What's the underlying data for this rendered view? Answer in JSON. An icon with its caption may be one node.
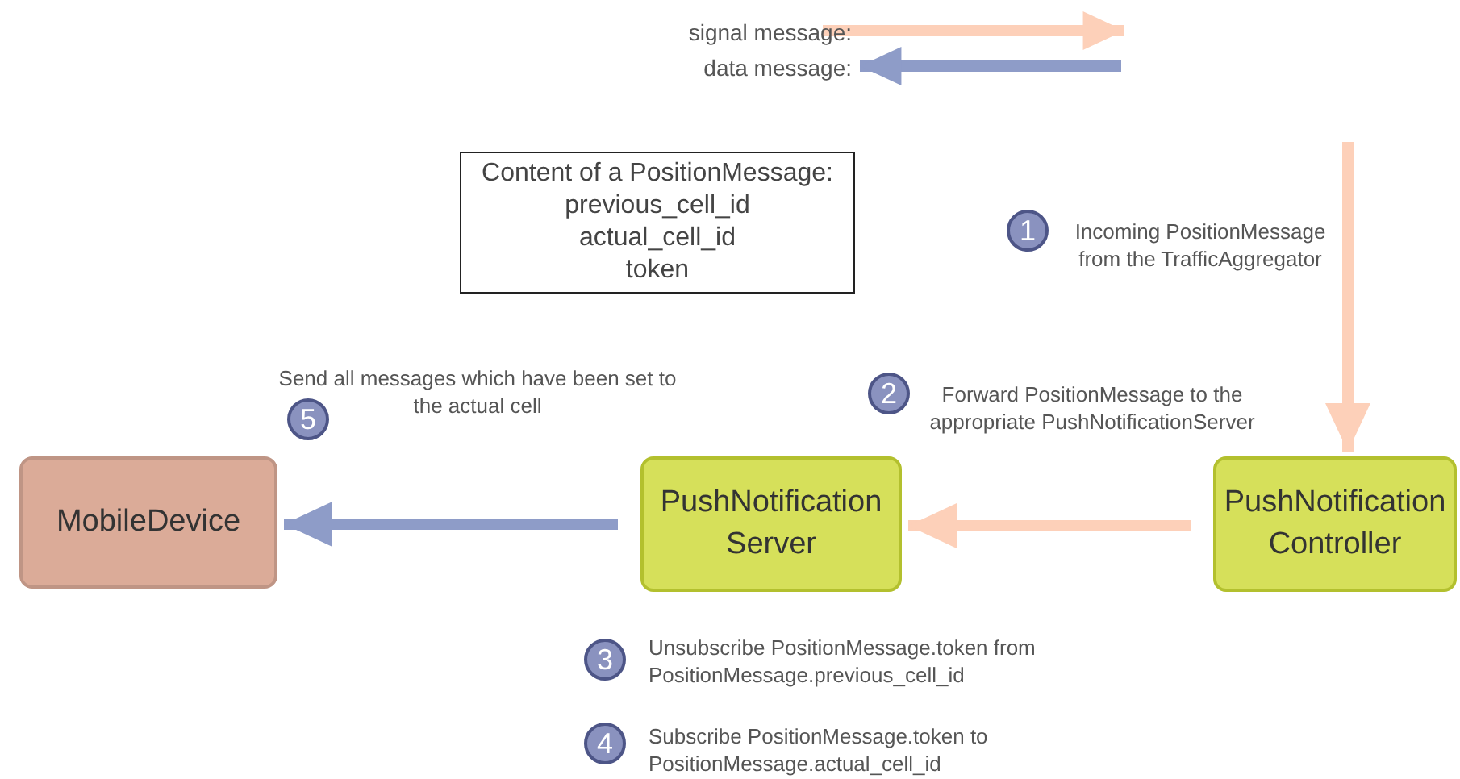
{
  "diagram": {
    "nodes": [
      {
        "text": [
          "MobileDevice"
        ]
      },
      {
        "text": [
          "PushNotification Server"
        ]
      },
      {
        "text": [
          "PushNotification Controller"
        ]
      },
      {
        "text": [
          "Content of a PositionMessage:",
          "previous_cell_id",
          "actual_cell_id",
          "token"
        ]
      },
      {
        "text": [
          "1"
        ],
        "beside": [
          "Incoming PositionMessage from the TrafficAggregator"
        ]
      },
      {
        "text": [
          "2"
        ],
        "beside": [
          "Forward PositionMessage to the appropriate PushNotificationServer"
        ]
      },
      {
        "text": [
          "3"
        ],
        "beside": [
          "Unsubscribe PositionMessage.token from PositionMessage.previous_cell_id"
        ]
      },
      {
        "text": [
          "4"
        ],
        "beside": [
          "Subscribe PositionMessage.token to PositionMessage.actual_cell_id"
        ]
      },
      {
        "text": [
          "5"
        ],
        "beside": [
          "Send all messages which have been set  to the actual cell"
        ]
      }
    ],
    "edges": [
      {
        "from": null,
        "to": 2,
        "arrow": "to"
      },
      {
        "from": 2,
        "to": 1,
        "arrow": "to"
      },
      {
        "from": 1,
        "to": 0,
        "arrow": "to",
        "color": "#8e9cc8"
      }
    ],
    "legend": [
      {
        "text": "signal message:"
      },
      {
        "text": "data message:"
      }
    ]
  }
}
